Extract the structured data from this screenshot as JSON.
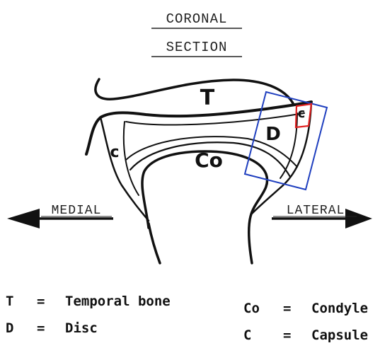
{
  "title": {
    "line1": "CORONAL",
    "line2": "SECTION"
  },
  "directions": {
    "left": "MEDIAL",
    "right": "LATERAL"
  },
  "structure_labels": {
    "temporal": "T",
    "disc": "D",
    "condyle": "Co",
    "capsule_medial": "c",
    "capsule_lateral": "c"
  },
  "legend": [
    {
      "symbol": "T",
      "sep": "=",
      "meaning": "Temporal bone"
    },
    {
      "symbol": "D",
      "sep": "=",
      "meaning": "Disc"
    },
    {
      "symbol": "Co",
      "sep": "=",
      "meaning": "Condyle"
    },
    {
      "symbol": "C",
      "sep": "=",
      "meaning": "Capsule"
    }
  ],
  "colors": {
    "ink": "#111111",
    "highlight_box": "#1f3fbf",
    "capsule_box": "#e02020"
  }
}
